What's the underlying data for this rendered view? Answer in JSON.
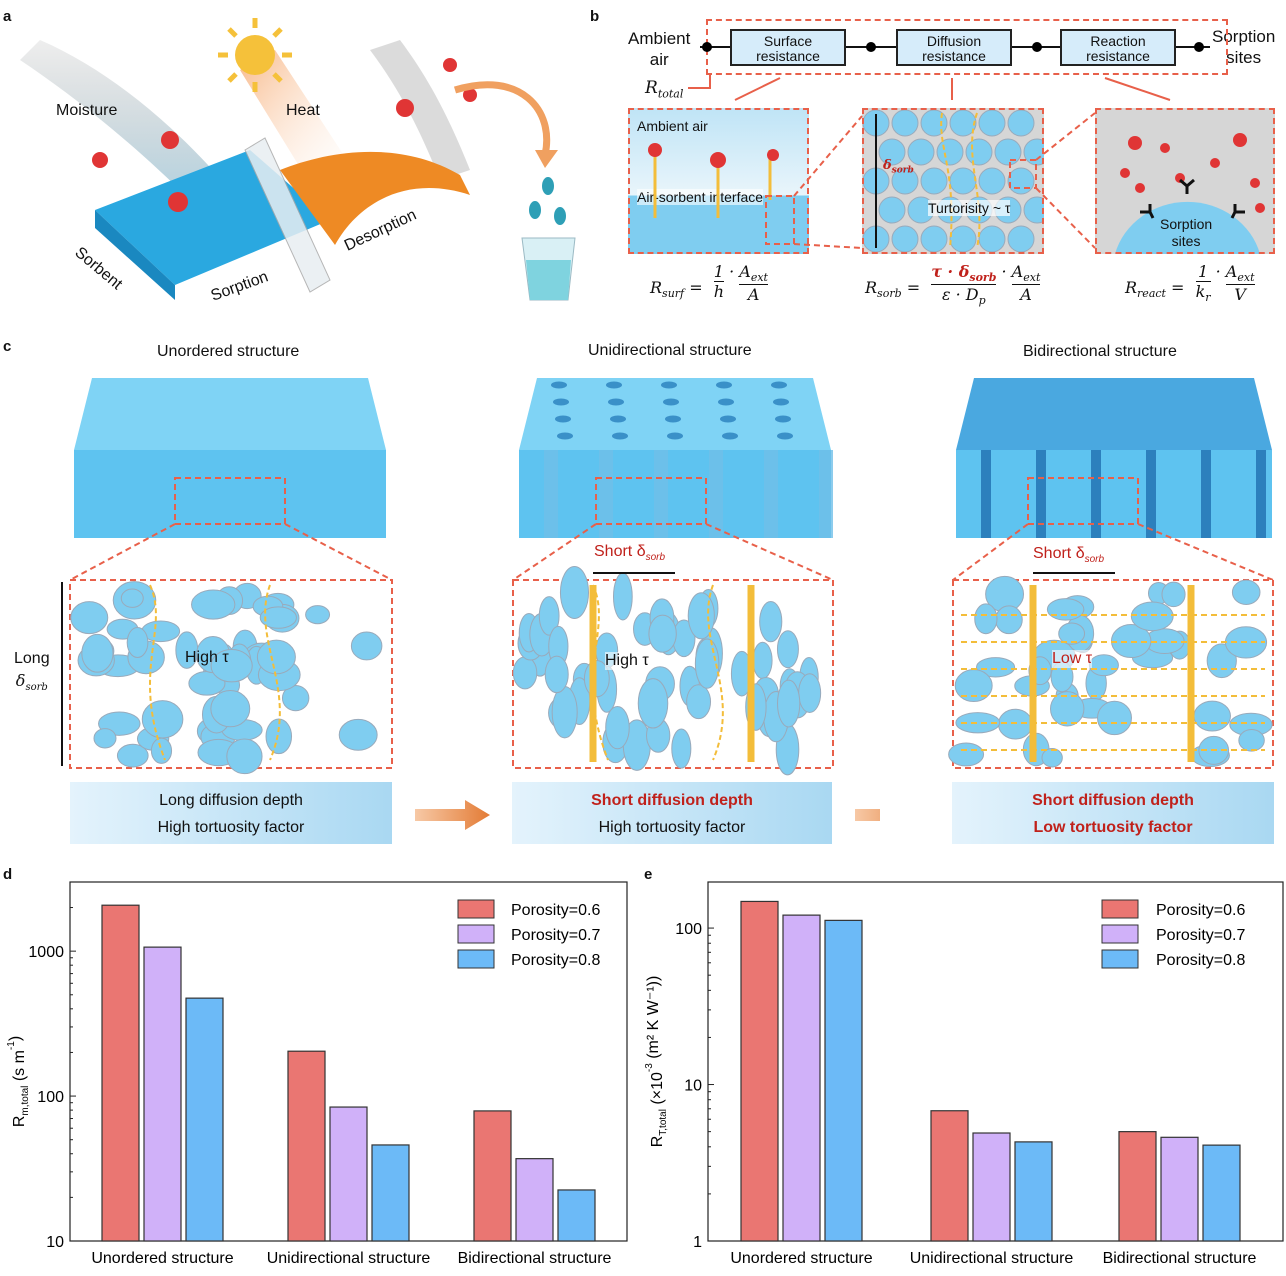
{
  "panels": {
    "a": "a",
    "b": "b",
    "c": "c",
    "d": "d",
    "e": "e"
  },
  "panel_a": {
    "moisture": "Moisture",
    "heat": "Heat",
    "sorbent": "Sorbent",
    "sorption": "Sorption",
    "desorption": "Desorption"
  },
  "panel_b": {
    "left_end": [
      "Ambient",
      "air"
    ],
    "right_end": [
      "Sorption",
      "sites"
    ],
    "boxes": [
      [
        "Surface",
        "resistance"
      ],
      [
        "Diffusion",
        "resistance"
      ],
      [
        "Reaction",
        "resistance"
      ]
    ],
    "r_total": "R",
    "r_total_sub": "total",
    "ambient_air": "Ambient air",
    "interface": "Air-sorbent interface",
    "delta_sorb": "δ",
    "delta_sub": "sorb",
    "tortuosity": "Turtorisity ~ τ",
    "sorption_sites": [
      "Sorption",
      "sites"
    ],
    "eq_surf": {
      "lhs": "R",
      "sub": "surf",
      "num1": "1",
      "den1": "h",
      "num2": "A",
      "num2_sub": "ext",
      "den2": "A"
    },
    "eq_sorb": {
      "lhs": "R",
      "sub": "sorb",
      "num1": "τ · δ",
      "num1_sub": "sorb",
      "den1": "ε · D",
      "den1_sub": "p",
      "num2": "A",
      "num2_sub": "ext",
      "den2": "A"
    },
    "eq_react": {
      "lhs": "R",
      "sub": "react",
      "num1": "1",
      "den1": "k",
      "den1_sub": "r",
      "num2": "A",
      "num2_sub": "ext",
      "den2": "V"
    }
  },
  "panel_c": {
    "titles": [
      "Unordered structure",
      "Unidirectional structure",
      "Bidirectional structure"
    ],
    "long": "Long",
    "delta": "δ",
    "delta_sub": "sorb",
    "short": "Short δ",
    "high_tau": "High τ",
    "low_tau": "Low τ",
    "captions": [
      [
        "Long diffusion depth",
        "High tortuosity factor"
      ],
      [
        "Short diffusion depth",
        "High tortuosity factor"
      ],
      [
        "Short diffusion depth",
        "Low tortuosity factor"
      ]
    ]
  },
  "colors": {
    "p06": "#ea7672",
    "p07": "#d0b1f9",
    "p08": "#6cbaf7",
    "dash": "#e8604a",
    "arrow": "#f3bd3a",
    "blob": "#7fcdf0"
  },
  "chart_data": [
    {
      "type": "bar",
      "panel": "d",
      "ylabel": "R",
      "ylabel_sub": "m,total",
      "ylabel_unit": "(s m",
      "ylabel_sup": "-1",
      "ylabel_close": ")",
      "yscale": "log",
      "ylim": [
        10,
        3000
      ],
      "yticks": [
        "10",
        "100",
        "1000"
      ],
      "categories": [
        "Unordered structure",
        "Unidirectional structure",
        "Bidirectional structure"
      ],
      "series": [
        {
          "name": "Porosity=0.6",
          "values": [
            2075,
            204,
            79
          ]
        },
        {
          "name": "Porosity=0.7",
          "values": [
            1066,
            84,
            37
          ]
        },
        {
          "name": "Porosity=0.8",
          "values": [
            474,
            46,
            22.5
          ]
        }
      ],
      "legend": "top-right"
    },
    {
      "type": "bar",
      "panel": "e",
      "ylabel": "R",
      "ylabel_sub": "T,total",
      "ylabel_unit": "(×10",
      "ylabel_sup": "-3",
      "ylabel_close": " (m² K W⁻¹))",
      "yscale": "log",
      "ylim": [
        1,
        197
      ],
      "yticks": [
        "1",
        "10",
        "100"
      ],
      "categories": [
        "Unordered structure",
        "Unidirectional structure",
        "Bidirectional structure"
      ],
      "series": [
        {
          "name": "Porosity=0.6",
          "values": [
            148,
            6.8,
            5.0
          ]
        },
        {
          "name": "Porosity=0.7",
          "values": [
            121,
            4.9,
            4.6
          ]
        },
        {
          "name": "Porosity=0.8",
          "values": [
            112,
            4.3,
            4.1
          ]
        }
      ],
      "legend": "top-right"
    }
  ]
}
